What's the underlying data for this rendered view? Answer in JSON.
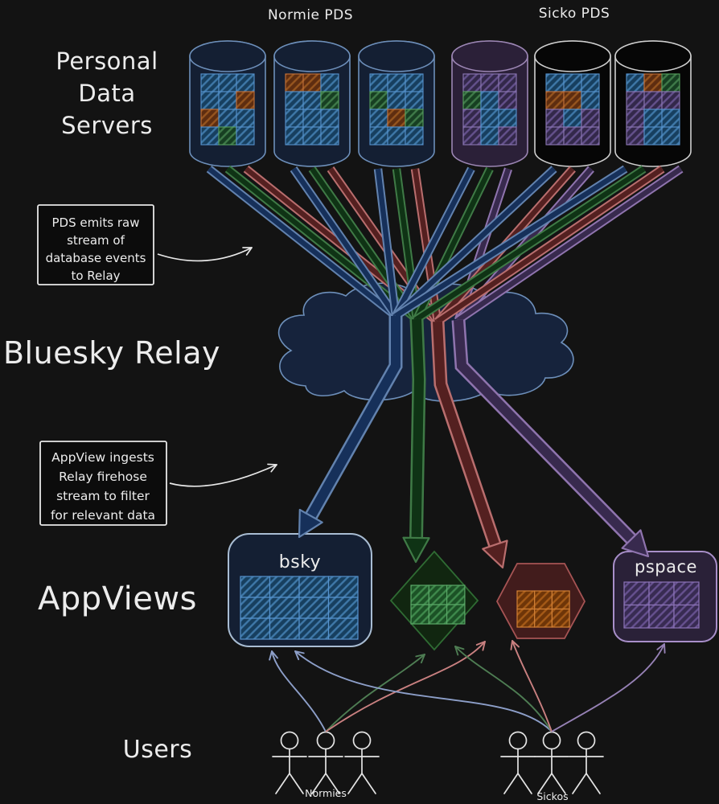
{
  "labels": {
    "normie_pds": "Normie PDS",
    "sicko_pds": "Sicko PDS",
    "pds_title_line1": "Personal",
    "pds_title_line2": "Data",
    "pds_title_line3": "Servers",
    "relay_title": "Bluesky Relay",
    "appviews_title": "AppViews",
    "users_title": "Users"
  },
  "annotations": {
    "pds_note": {
      "lines": [
        "PDS emits raw",
        "stream of",
        "database events",
        "to Relay"
      ]
    },
    "appview_note": {
      "lines": [
        "AppView ingests",
        "Relay firehose",
        "stream to filter",
        "for relevant data"
      ]
    }
  },
  "colors": {
    "background": "#131313",
    "text": "#ececec",
    "streams": {
      "blue": {
        "fill": "#16305a",
        "stroke": "#6282ae"
      },
      "green": {
        "fill": "#0f3315",
        "stroke": "#3f7a46"
      },
      "red": {
        "fill": "#542020",
        "stroke": "#b96e6e"
      },
      "purple": {
        "fill": "#382a4e",
        "stroke": "#8f74ae"
      }
    },
    "links": {
      "blue": "#8d9fc9",
      "green": "#4e7d53",
      "red": "#c98080",
      "purple": "#9681b5"
    },
    "cells": {
      "b": {
        "bg": "#173f5f",
        "hatch": "#3f78a8",
        "border": "#5693ce"
      },
      "o": {
        "bg": "#5e2d10",
        "hatch": "#96551f",
        "border": "#c4713a"
      },
      "g": {
        "bg": "#173f22",
        "hatch": "#3f7a49",
        "border": "#57a05e"
      },
      "p": {
        "bg": "#33284a",
        "hatch": "#64518c",
        "border": "#8d77b5"
      },
      "G": {
        "bg": "#1c5226",
        "hatch": "#3f8a4c",
        "border": "#5aa867"
      },
      "O": {
        "bg": "#6e3508",
        "hatch": "#a55a17",
        "border": "#d07f35"
      },
      "P": {
        "bg": "#382b52",
        "hatch": "#66518f",
        "border": "#8d74b8"
      }
    },
    "cylinder_styles": {
      "navy": {
        "fill": "#141f33",
        "stroke": "#6d8fba"
      },
      "purple": {
        "fill": "#2b2038",
        "stroke": "#9c86b4"
      },
      "black": {
        "fill": "#060606",
        "stroke": "#cfcfcf"
      }
    },
    "appview_styles": {
      "bsky": {
        "fill": "#141f33",
        "stroke": "#a9bdd3"
      },
      "diamond": {
        "fill": "#112610",
        "stroke": "#2f6b33"
      },
      "hexagon": {
        "fill": "#421c1c",
        "stroke": "#a65454"
      },
      "pspace": {
        "fill": "#2a2138",
        "stroke": "#a88fc9"
      }
    },
    "annotation_stroke": "#e8e8e8",
    "figure_stroke": "#e4e4e4"
  },
  "pds_servers": [
    {
      "group": "normie",
      "style": "navy",
      "cells": [
        "bbb",
        "bbo",
        "obb",
        "bgb"
      ],
      "streams": [
        "blue",
        "green",
        "red"
      ]
    },
    {
      "group": "normie",
      "style": "navy",
      "cells": [
        "oob",
        "bbg",
        "bbb",
        "bbb"
      ],
      "streams": [
        "blue",
        "green",
        "red"
      ]
    },
    {
      "group": "normie",
      "style": "navy",
      "cells": [
        "bbb",
        "gbb",
        "bog",
        "bbb"
      ],
      "streams": [
        "blue",
        "green",
        "red"
      ]
    },
    {
      "group": "sicko",
      "style": "purple",
      "cells": [
        "ppp",
        "gbp",
        "pbb",
        "pbp"
      ],
      "streams": [
        "blue",
        "green",
        "purple"
      ]
    },
    {
      "group": "sicko",
      "style": "black",
      "cells": [
        "bbb",
        "oob",
        "pbp",
        "ppp"
      ],
      "streams": [
        "blue",
        "red",
        "purple"
      ]
    },
    {
      "group": "sicko",
      "style": "black",
      "cells": [
        "bog",
        "ppp",
        "pbb",
        "pbb"
      ],
      "streams": [
        "blue",
        "green",
        "red",
        "purple"
      ]
    }
  ],
  "appviews": [
    {
      "id": "bsky",
      "label": "bsky",
      "shape": "rounded-rect",
      "style": "bsky",
      "cell": "b",
      "grid": {
        "cols": 4,
        "rows": 3
      },
      "stream": "blue"
    },
    {
      "id": "green-filter",
      "label": "",
      "shape": "diamond",
      "style": "diamond",
      "cell": "G",
      "grid": {
        "cols": 3,
        "rows": 2
      },
      "stream": "green"
    },
    {
      "id": "red-filter",
      "label": "",
      "shape": "hexagon",
      "style": "hexagon",
      "cell": "O",
      "grid": {
        "cols": 3,
        "rows": 2
      },
      "stream": "red"
    },
    {
      "id": "pspace",
      "label": "pspace",
      "shape": "rounded-rect",
      "style": "pspace",
      "cell": "P",
      "grid": {
        "cols": 3,
        "rows": 2
      },
      "stream": "purple"
    }
  ],
  "user_groups": [
    {
      "label": "Normies",
      "figures": 3,
      "connects_to": [
        "blue",
        "green",
        "red"
      ]
    },
    {
      "label": "Sickos",
      "figures": 3,
      "connects_to": [
        "blue",
        "green",
        "red",
        "purple"
      ]
    }
  ]
}
